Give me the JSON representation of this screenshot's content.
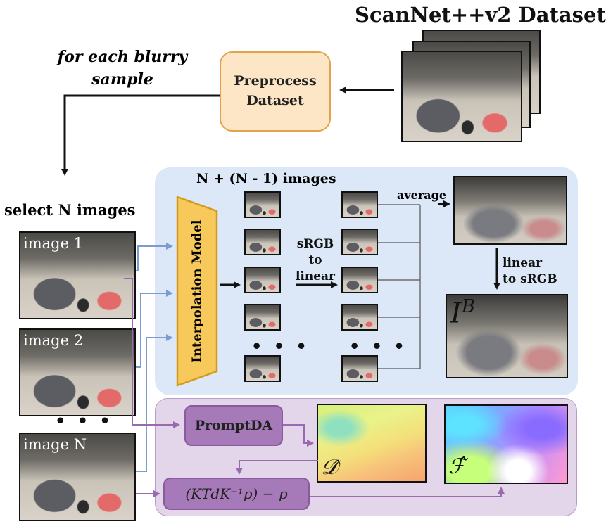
{
  "dataset_title": "ScanNet++v2 Dataset",
  "for_each_label": "for each blurry sample",
  "preprocess_label": "Preprocess Dataset",
  "select_label": "select N images",
  "images": [
    "image 1",
    "image 2",
    "image N"
  ],
  "vertical_dots": "• • •",
  "interp_label": "Interpolation Model",
  "n_images_label": "N + (N - 1) images",
  "srgb_to_linear": "sRGB to linear",
  "average_label": "average",
  "linear_to_srgb": "linear to sRGB",
  "blur_symbol": "I",
  "blur_sup": "B",
  "column_dots": "• • •",
  "promptda_label": "PromptDA",
  "formula_label": "(KTdK⁻¹p) − p",
  "depth_symbol": "𝒟̂",
  "flow_symbol": "ℱ̂",
  "colors": {
    "blue_panel": "#dce8f7",
    "purple_panel": "#e4d6ea",
    "orange": "#fce6c6",
    "purple_box": "#a67ab8",
    "arrow_blue": "#7b9bd1",
    "arrow_purple": "#9a6aae"
  }
}
